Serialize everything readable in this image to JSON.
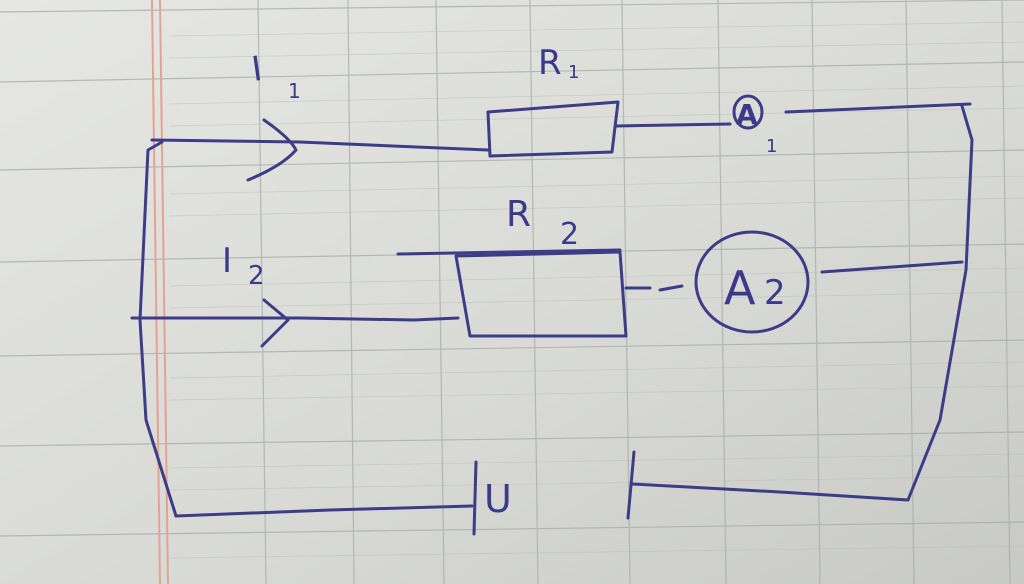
{
  "diagram": {
    "labels": {
      "r1": "R",
      "r1_sub": "1",
      "r2": "R",
      "r2_sub": "2",
      "i1": "I",
      "i1_sub": "1",
      "i2": "I",
      "i2_sub": "2",
      "a1": "A",
      "a1_sub": "1",
      "a2": "A",
      "a2_sub": "2",
      "source": "U"
    },
    "colors": {
      "ink": "#3d3c87",
      "paper": "#dcddd9",
      "grid": "#9fa9a6",
      "margin": "#e4a79a"
    }
  }
}
